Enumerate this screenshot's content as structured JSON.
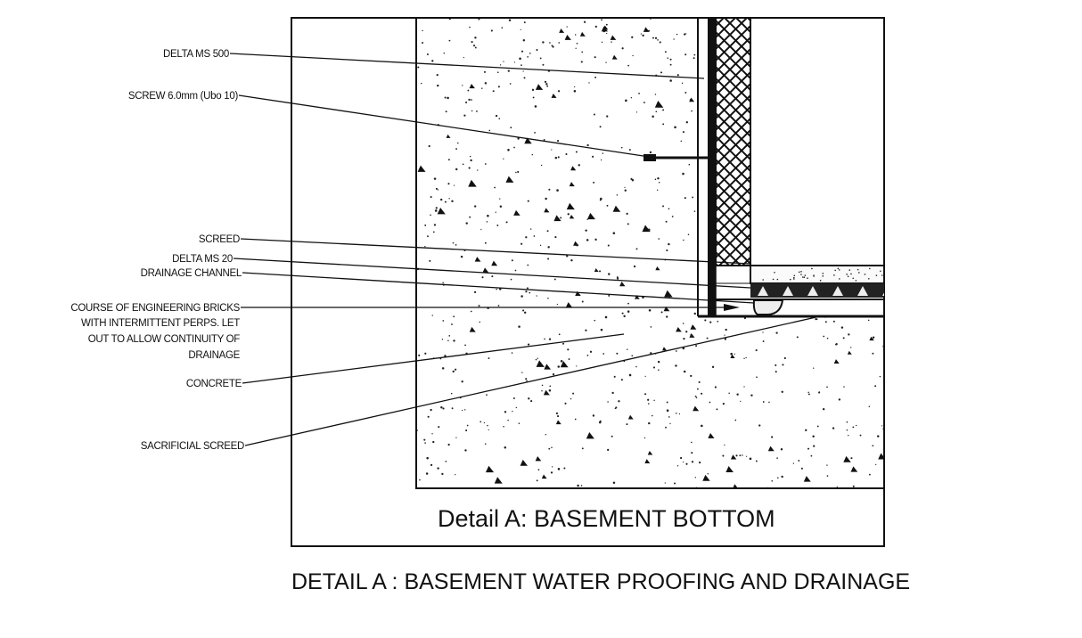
{
  "labels": {
    "delta_ms_500": "DELTA MS 500",
    "screw": "SCREW 6.0mm (Ubo 10)",
    "screed": "SCREED",
    "delta_ms_20": "DELTA MS 20",
    "drainage_channel": "DRAINAGE CHANNEL",
    "bricks_1": "COURSE OF ENGINEERING BRICKS",
    "bricks_2": "WITH INTERMITTENT PERPS. LET",
    "bricks_3": "OUT TO ALLOW CONTINUITY OF",
    "bricks_4": "DRAINAGE",
    "concrete": "CONCRETE",
    "sacrificial_screed": "SACRIFICIAL SCREED"
  },
  "caption": "Detail A: BASEMENT BOTTOM",
  "title": "DETAIL A : BASEMENT WATER PROOFING AND DRAINAGE"
}
